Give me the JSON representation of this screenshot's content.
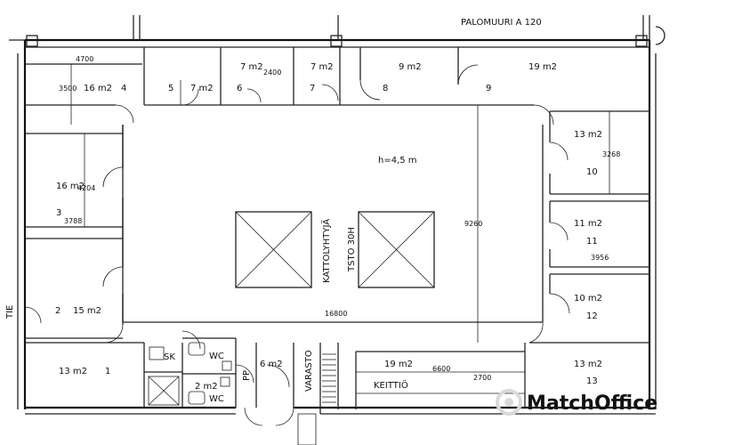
{
  "header_label": "PALOMUURI A 120",
  "street_label": "TIE",
  "central_hall": {
    "ceiling_height": "h=4,5 m",
    "vent_label": "KATTOLYHTYJÄ",
    "tsto_label": "TSTO 30H",
    "width_dim": "16800",
    "depth_dim": "9260"
  },
  "rooms": {
    "r_top_left": {
      "dim": "4700",
      "side_dim": "3500",
      "area": "16 m2",
      "num": "4"
    },
    "r5": {
      "num": "5",
      "area": "7 m2"
    },
    "r6": {
      "area": "7 m2",
      "dim": "2400",
      "num": "6"
    },
    "r7": {
      "area": "7 m2",
      "num": "7"
    },
    "r8": {
      "area": "9 m2",
      "num": "8"
    },
    "r9": {
      "area": "19 m2",
      "num": "9"
    },
    "r3": {
      "area": "16 m2",
      "dim_v": "4204",
      "num": "3",
      "dim_h": "3788"
    },
    "r2": {
      "num": "2",
      "area": "15 m2"
    },
    "r1": {
      "area": "13 m2",
      "num": "1"
    },
    "r10": {
      "area": "13 m2",
      "dim": "3268",
      "num": "10"
    },
    "r11": {
      "area": "11 m2",
      "num": "11",
      "dim": "3956"
    },
    "r12": {
      "area": "10 m2",
      "num": "12"
    },
    "r13": {
      "area": "13 m2",
      "num": "13"
    },
    "sk": {
      "label": "SK"
    },
    "wc1": {
      "label": "WC"
    },
    "wc2": {
      "area": "2 m2",
      "label": "WC"
    },
    "pp": {
      "label": "PP"
    },
    "r6b": {
      "area": "6 m2"
    },
    "varasto": {
      "label": "VARASTO"
    },
    "kitchen": {
      "area": "19 m2",
      "dim": "6600",
      "label": "KEITTIÖ",
      "dim2": "2700"
    }
  },
  "watermark": "MatchOffice"
}
